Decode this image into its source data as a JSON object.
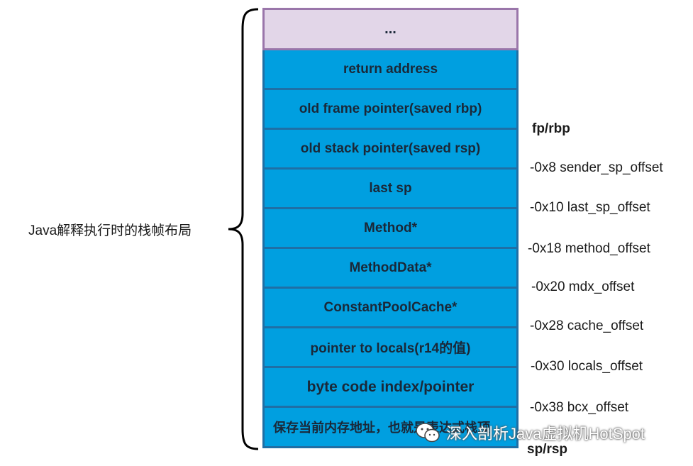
{
  "side_label": "Java解释执行时的栈帧布局",
  "cells": [
    "...",
    "return address",
    "old frame pointer(saved rbp)",
    "old stack pointer(saved rsp)",
    "last sp",
    "Method*",
    "MethodData*",
    "ConstantPoolCache*",
    "pointer to locals(r14的值)",
    "byte code index/pointer",
    "保存当前内存地址，也就是表达式栈顶"
  ],
  "pointers": {
    "fp": "fp/rbp",
    "sp": "sp/rsp"
  },
  "offsets": [
    "-0x8  sender_sp_offset",
    "-0x10 last_sp_offset",
    "-0x18 method_offset",
    "-0x20 mdx_offset",
    "-0x28 cache_offset",
    "-0x30 locals_offset",
    "-0x38 bcx_offset"
  ],
  "watermark": "深入剖析Java虚拟机HotSpot",
  "colors": {
    "cell_fill": "#009fe0",
    "cell_border": "#1f6fa5",
    "top_fill": "#e2d6e8",
    "top_border": "#9a76aa"
  }
}
